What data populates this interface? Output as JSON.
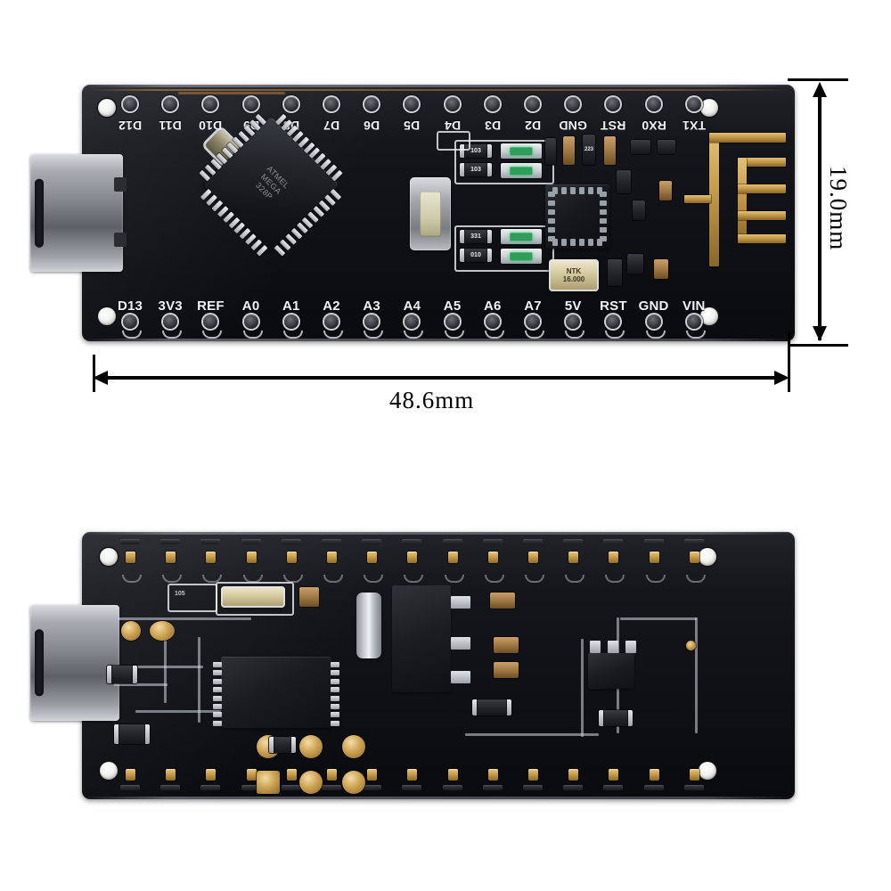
{
  "image": {
    "subject": "Arduino-compatible USB-C microcontroller board with RF antenna",
    "views": [
      "front",
      "back"
    ],
    "background_color": "#ffffff"
  },
  "dimensions": {
    "width_label": "48.6mm",
    "height_label": "19.0mm",
    "unit": "mm",
    "width_value": 48.6,
    "height_value": 19.0
  },
  "front_view": {
    "name": "front-side",
    "pcb_color": "#101116",
    "top_header": {
      "name": "top-pin-header",
      "labels": [
        "D12",
        "D11",
        "D10",
        "D9",
        "D8",
        "D7",
        "D6",
        "D5",
        "D4",
        "D3",
        "D2",
        "GND",
        "RST",
        "RX0",
        "TX1"
      ]
    },
    "bottom_header": {
      "name": "bottom-pin-header",
      "labels": [
        "D13",
        "3V3",
        "REF",
        "A0",
        "A1",
        "A2",
        "A3",
        "A4",
        "A5",
        "A6",
        "A7",
        "5V",
        "RST",
        "GND",
        "VIN"
      ]
    },
    "components": {
      "mcu": {
        "name": "atmel-mcu",
        "marking": [
          "ATMEL",
          "MEGA",
          "328P"
        ]
      },
      "crystal_main": {
        "name": "crystal-16mhz",
        "marking_line1": "NTK",
        "marking_line2": "16.000"
      },
      "crystal_small": {
        "name": "crystal-resonator"
      },
      "reset_button": {
        "name": "reset-tactile-switch"
      },
      "rf_chip": {
        "name": "rf-transceiver-qfn"
      },
      "antenna": {
        "name": "pcb-meander-antenna",
        "color": "#c49a49"
      },
      "usb": {
        "name": "usb-c-connector",
        "type": "USB-C"
      },
      "resistors": [
        "103",
        "103",
        "331",
        "010",
        "010",
        "223"
      ],
      "leds": {
        "name": "status-leds",
        "count": 4,
        "color": "#3fcf76"
      }
    }
  },
  "back_view": {
    "name": "back-side",
    "pcb_color": "#101116",
    "components": {
      "usb": {
        "name": "usb-c-connector"
      },
      "ic": {
        "name": "usb-serial-ic-soic"
      },
      "regulator": {
        "name": "voltage-regulator"
      },
      "icsp": {
        "name": "icsp-pad-array",
        "pads": 6
      },
      "silk_marking": "105",
      "crystal": {
        "name": "back-crystal"
      },
      "capacitor": {
        "name": "electrolytic-capacitor"
      }
    },
    "top_pads": {
      "name": "top-gold-pad-row",
      "count": 15
    },
    "bottom_pads": {
      "name": "bottom-gold-pad-row",
      "count": 15
    }
  }
}
